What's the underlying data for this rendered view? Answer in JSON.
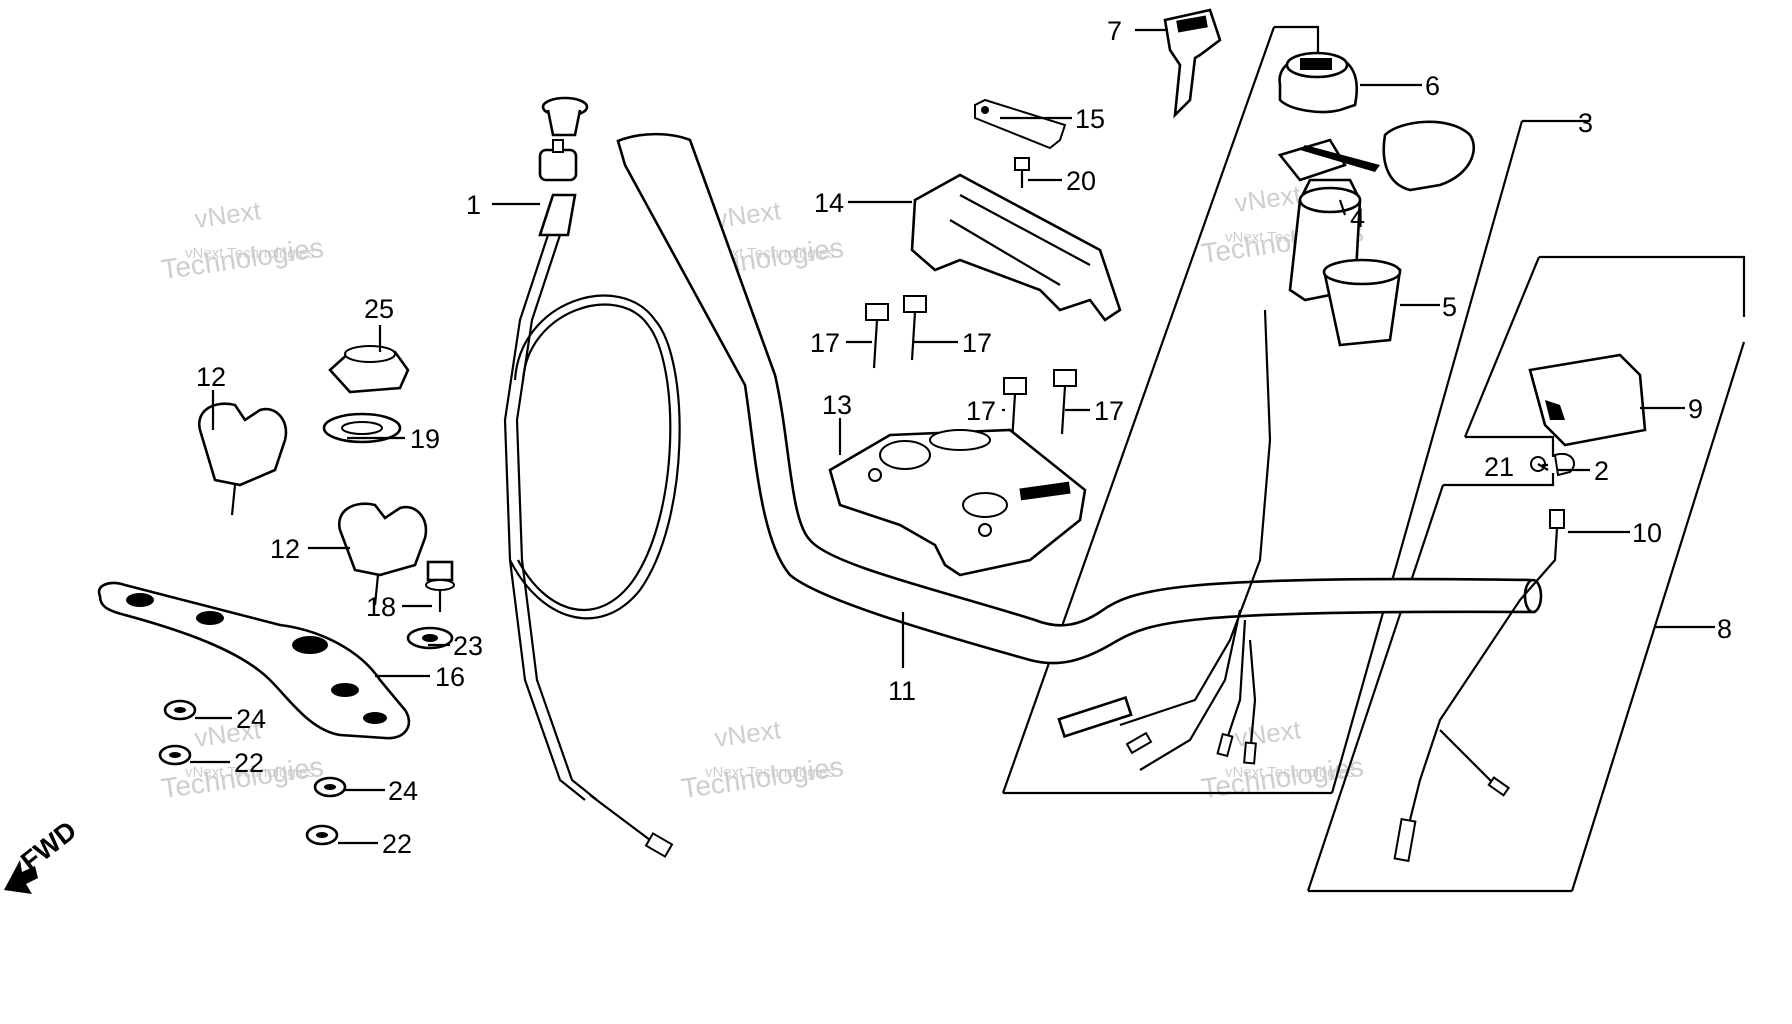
{
  "diagram": {
    "fwd_label": "FWD",
    "watermark": {
      "line1": "vNext Technologies",
      "line2": "vNext",
      "line3": "Technologies"
    },
    "callouts": [
      {
        "id": "c1",
        "text": "1"
      },
      {
        "id": "c2",
        "text": "2"
      },
      {
        "id": "c3",
        "text": "3"
      },
      {
        "id": "c4",
        "text": "4"
      },
      {
        "id": "c5",
        "text": "5"
      },
      {
        "id": "c6",
        "text": "6"
      },
      {
        "id": "c7",
        "text": "7"
      },
      {
        "id": "c8",
        "text": "8"
      },
      {
        "id": "c9",
        "text": "9"
      },
      {
        "id": "c10",
        "text": "10"
      },
      {
        "id": "c11",
        "text": "11"
      },
      {
        "id": "c12a",
        "text": "12"
      },
      {
        "id": "c12b",
        "text": "12"
      },
      {
        "id": "c13",
        "text": "13"
      },
      {
        "id": "c14",
        "text": "14"
      },
      {
        "id": "c15",
        "text": "15"
      },
      {
        "id": "c16",
        "text": "16"
      },
      {
        "id": "c17a",
        "text": "17"
      },
      {
        "id": "c17b",
        "text": "17"
      },
      {
        "id": "c17c",
        "text": "17"
      },
      {
        "id": "c17d",
        "text": "17"
      },
      {
        "id": "c18",
        "text": "18"
      },
      {
        "id": "c19",
        "text": "19"
      },
      {
        "id": "c20",
        "text": "20"
      },
      {
        "id": "c21",
        "text": "21"
      },
      {
        "id": "c22a",
        "text": "22"
      },
      {
        "id": "c22b",
        "text": "22"
      },
      {
        "id": "c23",
        "text": "23"
      },
      {
        "id": "c24a",
        "text": "24"
      },
      {
        "id": "c24b",
        "text": "24"
      },
      {
        "id": "c25",
        "text": "25"
      }
    ]
  }
}
